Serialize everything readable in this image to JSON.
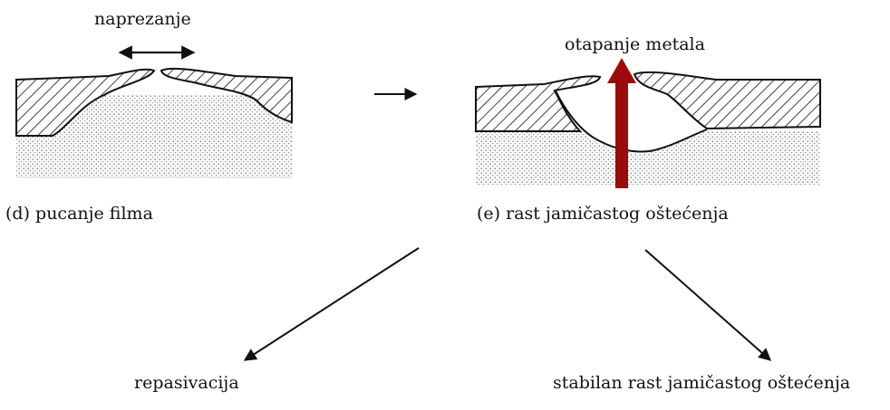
{
  "labels": {
    "stress": "naprezanje",
    "metal_dissolution": "otapanje metala",
    "panel_d": "(d) pucanje filma",
    "panel_e": "(e) rast jamičastog oštećenja",
    "repassivation": "repasivacija",
    "stable_growth": "stabilan rast jamičastog oštećenja"
  },
  "colors": {
    "ink": "#111111",
    "dissolution_arrow": "#9b0b0b",
    "substrate_dot": "#555555"
  }
}
